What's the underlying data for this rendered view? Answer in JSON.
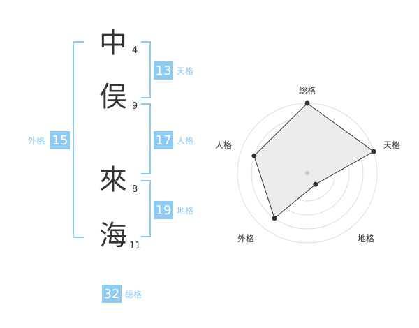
{
  "name_chars": [
    {
      "char": "中",
      "strokes": "4"
    },
    {
      "char": "俣",
      "strokes": "9"
    },
    {
      "char": "來",
      "strokes": "8"
    },
    {
      "char": "海",
      "strokes": "11"
    }
  ],
  "kakusu": {
    "tenkaku": {
      "value": "13",
      "label": "天格"
    },
    "jinkaku": {
      "value": "17",
      "label": "人格"
    },
    "chikaku": {
      "value": "19",
      "label": "地格"
    },
    "gaikaku": {
      "value": "15",
      "label": "外格"
    },
    "soukaku": {
      "value": "32",
      "label": "総格"
    }
  },
  "colors": {
    "accent": "#8ecbf3",
    "text": "#333333"
  },
  "chart_data": {
    "type": "radar",
    "categories": [
      "総格",
      "天格",
      "地格",
      "外格",
      "人格"
    ],
    "values": [
      5,
      5,
      1,
      4,
      4
    ],
    "range": [
      0,
      5
    ],
    "rings": 5
  }
}
